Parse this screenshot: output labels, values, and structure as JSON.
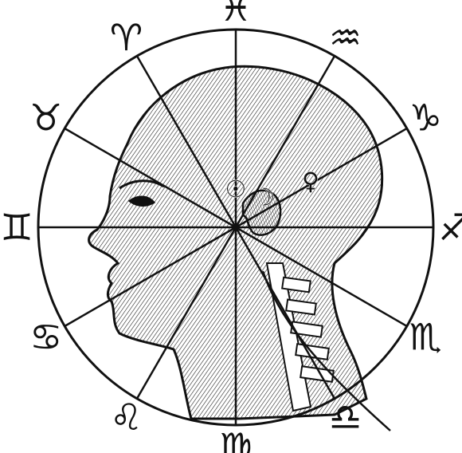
{
  "figure": {
    "ink_color": "#111111",
    "paper_color": "#ffffff",
    "subject": "head-profile-woodcut"
  },
  "zodiac_signs": [
    {
      "name": "pisces",
      "glyph": "♓"
    },
    {
      "name": "aquarius",
      "glyph": "♒"
    },
    {
      "name": "capricorn",
      "glyph": "♑"
    },
    {
      "name": "sagittarius",
      "glyph": "♐"
    },
    {
      "name": "scorpio",
      "glyph": "♏"
    },
    {
      "name": "libra",
      "glyph": "♎"
    },
    {
      "name": "virgo",
      "glyph": "♍"
    },
    {
      "name": "leo",
      "glyph": "♌"
    },
    {
      "name": "cancer",
      "glyph": "♋"
    },
    {
      "name": "gemini",
      "glyph": "♊"
    },
    {
      "name": "taurus",
      "glyph": "♉"
    },
    {
      "name": "aries",
      "glyph": "♈"
    }
  ],
  "center_symbols": [
    {
      "name": "sun",
      "glyph": "☉"
    },
    {
      "name": "moon",
      "glyph": "☽"
    },
    {
      "name": "venus",
      "glyph": "♀"
    }
  ]
}
